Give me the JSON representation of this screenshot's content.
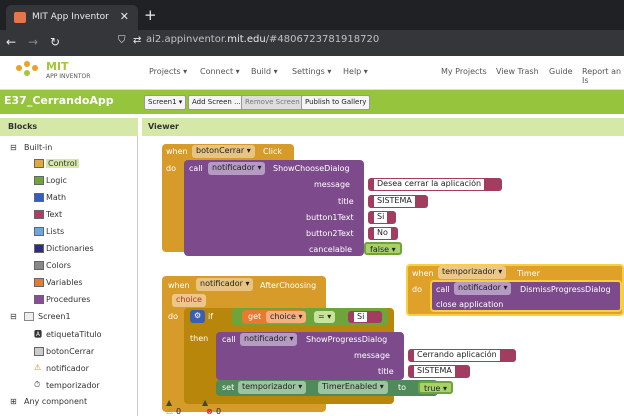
{
  "browser": {
    "tab_title": "MIT App Inventor",
    "url_prefix": "ai2.appinventor.",
    "url_host": "mit.edu",
    "url_suffix": "/#4806723781918720"
  },
  "app": {
    "logo_main": "MIT",
    "logo_sub": "APP INVENTOR",
    "menus": [
      "Projects ▾",
      "Connect ▾",
      "Build ▾",
      "Settings ▾",
      "Help ▾"
    ],
    "right_links": [
      "My Projects",
      "View Trash",
      "Guide",
      "Report an Is"
    ]
  },
  "project": {
    "name": "E37_CerrandoApp",
    "screen_btn": "Screen1 ▾",
    "add_screen": "Add Screen ...",
    "remove_screen": "Remove Screen",
    "publish": "Publish to Gallery"
  },
  "blocks_panel": {
    "title": "Blocks",
    "builtin": "Built-in",
    "items": [
      {
        "label": "Control",
        "color": "#e1a93a"
      },
      {
        "label": "Logic",
        "color": "#6ea43a"
      },
      {
        "label": "Math",
        "color": "#2f5fc4"
      },
      {
        "label": "Text",
        "color": "#b33a66"
      },
      {
        "label": "Lists",
        "color": "#6aa6e0"
      },
      {
        "label": "Dictionaries",
        "color": "#2d2c8a"
      },
      {
        "label": "Colors",
        "color": "#888888"
      },
      {
        "label": "Variables",
        "color": "#e8792d"
      },
      {
        "label": "Procedures",
        "color": "#8b4a9c"
      }
    ],
    "screen": "Screen1",
    "components": [
      "etiquetaTitulo",
      "botonCerrar",
      "notificador",
      "temporizador"
    ],
    "any": "Any component"
  },
  "viewer": {
    "title": "Viewer",
    "b1": {
      "when": "when",
      "comp": "botonCerrar ▾",
      "event": "Click",
      "do": "do",
      "call": "call",
      "notif": "notificador ▾",
      "method": "ShowChooseDialog",
      "message_lbl": "message",
      "message": "Desea cerrar la aplicación",
      "title_lbl": "title",
      "title": "SISTEMA",
      "b1_lbl": "button1Text",
      "b1": "Si",
      "b2_lbl": "button2Text",
      "b2": "No",
      "cancel_lbl": "cancelable",
      "cancel": "false ▾"
    },
    "b2": {
      "when": "when",
      "comp": "notificador ▾",
      "event": "AfterChoosing",
      "param": "choice",
      "do": "do",
      "if": "if",
      "get": "get",
      "var": "choice ▾",
      "op": "= ▾",
      "val": "Si",
      "then": "then",
      "call": "call",
      "notif": "notificador ▾",
      "method": "ShowProgressDialog",
      "message_lbl": "message",
      "message": "Cerrando aplicación",
      "title_lbl": "title",
      "title": "SISTEMA",
      "set": "set",
      "timer": "temporizador ▾",
      "prop": "TimerEnabled ▾",
      "to": "to",
      "true": "true ▾"
    },
    "b3": {
      "when": "when",
      "comp": "temporizador ▾",
      "event": "Timer",
      "do": "do",
      "call": "call",
      "notif": "notificador ▾",
      "method": "DismissProgressDialog",
      "close": "close application"
    },
    "warn": "0",
    "err": "0"
  }
}
